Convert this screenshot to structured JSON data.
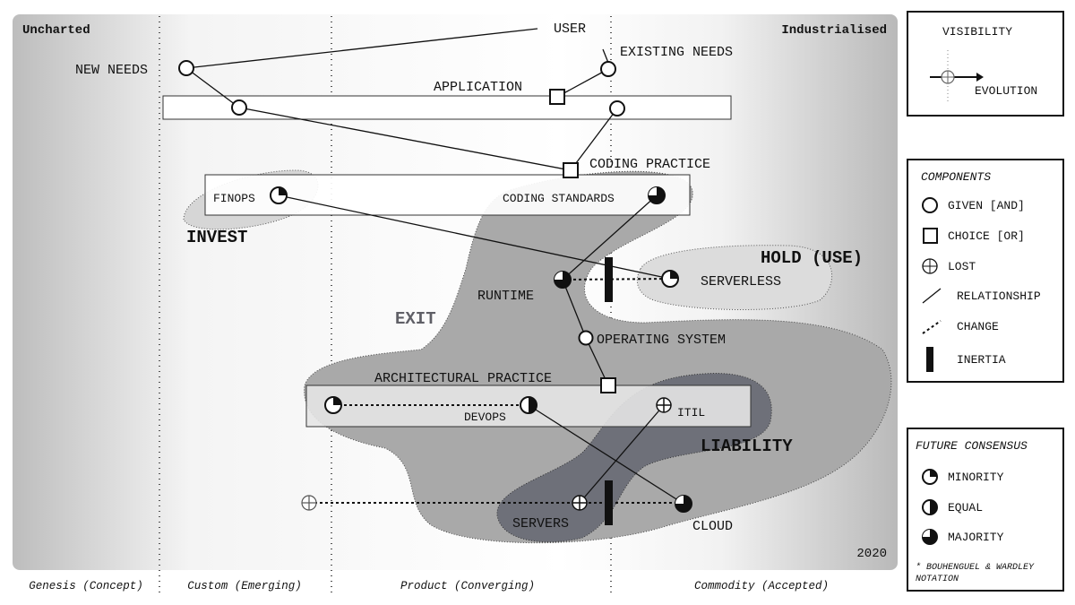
{
  "corner_labels": {
    "uncharted": "Uncharted",
    "industrialised": "Industrialised",
    "year": "2020"
  },
  "axis_stages": [
    "Genesis (Concept)",
    "Custom (Emerging)",
    "Product (Converging)",
    "Commodity (Accepted)"
  ],
  "nodes": {
    "user": "USER",
    "new_needs": "NEW NEEDS",
    "existing_needs": "EXISTING NEEDS",
    "application": "APPLICATION",
    "coding_practice": "CODING PRACTICE",
    "finops": "FINOPS",
    "coding_standards": "CODING STANDARDS",
    "runtime": "RUNTIME",
    "serverless": "SERVERLESS",
    "operating_system": "OPERATING SYSTEM",
    "architectural_practice": "ARCHITECTURAL PRACTICE",
    "devops": "DEVOPS",
    "itil": "ITIL",
    "servers": "SERVERS",
    "cloud": "CLOUD"
  },
  "regions": {
    "invest": "INVEST",
    "hold": "HOLD (USE)",
    "exit": "EXIT",
    "liability": "LIABILITY"
  },
  "legend_axes": {
    "visibility": "VISIBILITY",
    "evolution": "EVOLUTION"
  },
  "legend_components": {
    "title": "COMPONENTS",
    "items": [
      "GIVEN [AND]",
      "CHOICE [OR]",
      "LOST",
      "RELATIONSHIP",
      "CHANGE",
      "INERTIA"
    ]
  },
  "legend_consensus": {
    "title": "FUTURE CONSENSUS",
    "items": [
      "MINORITY",
      "EQUAL",
      "MAJORITY"
    ],
    "note": "* BOUHENGUEL & WARDLEY NOTATION"
  }
}
